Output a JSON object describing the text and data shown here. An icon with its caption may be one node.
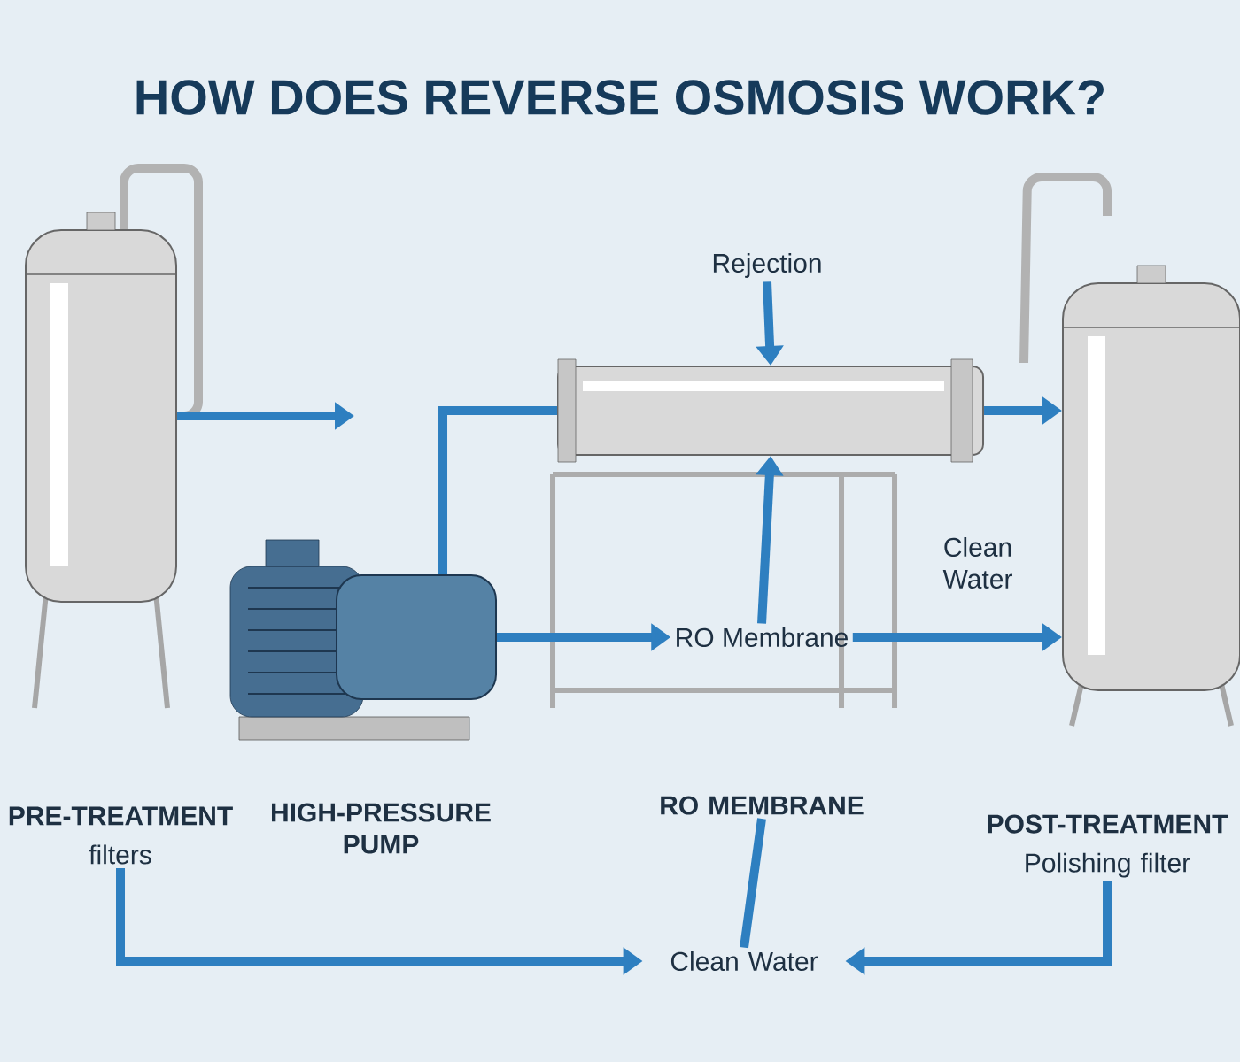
{
  "diagram": {
    "title": "HOW DOES REVERSE OSMOSIS WORK?",
    "nodes": [
      {
        "text": [],
        "shape": "cylinder"
      },
      {
        "text": [],
        "shape": "picture"
      },
      {
        "text": [],
        "shape": "cylinder"
      },
      {
        "text": [],
        "shape": "cylinder"
      },
      {
        "text": [
          "Rejection"
        ]
      },
      {
        "text": [
          "RO Membrane"
        ]
      },
      {
        "text": [
          "PRE-TREATMENT",
          "filters"
        ]
      },
      {
        "text": [
          "HIGH-PRESSURE PUMP"
        ]
      },
      {
        "text": [
          "RO MEMBRANE"
        ]
      },
      {
        "text": [
          "Clean Water"
        ]
      },
      {
        "text": [
          "POST-TREATMENT",
          "Polishing filter"
        ]
      }
    ],
    "edges": [
      {
        "from": 0,
        "to": null,
        "arrow": "to"
      },
      {
        "from": 1,
        "to": 2,
        "arrow": "none"
      },
      {
        "from": 1,
        "to": 5,
        "arrow": "to"
      },
      {
        "from": 4,
        "to": 2,
        "arrow": "to"
      },
      {
        "from": 5,
        "to": 2,
        "arrow": "to"
      },
      {
        "from": 2,
        "to": 3,
        "arrow": "to"
      },
      {
        "from": 5,
        "to": 3,
        "arrow": "to",
        "label": "Clean Water"
      },
      {
        "from": 6,
        "to": 9,
        "arrow": "to"
      },
      {
        "from": 8,
        "to": 9,
        "arrow": "none"
      },
      {
        "from": 10,
        "to": 9,
        "arrow": "to"
      }
    ]
  }
}
